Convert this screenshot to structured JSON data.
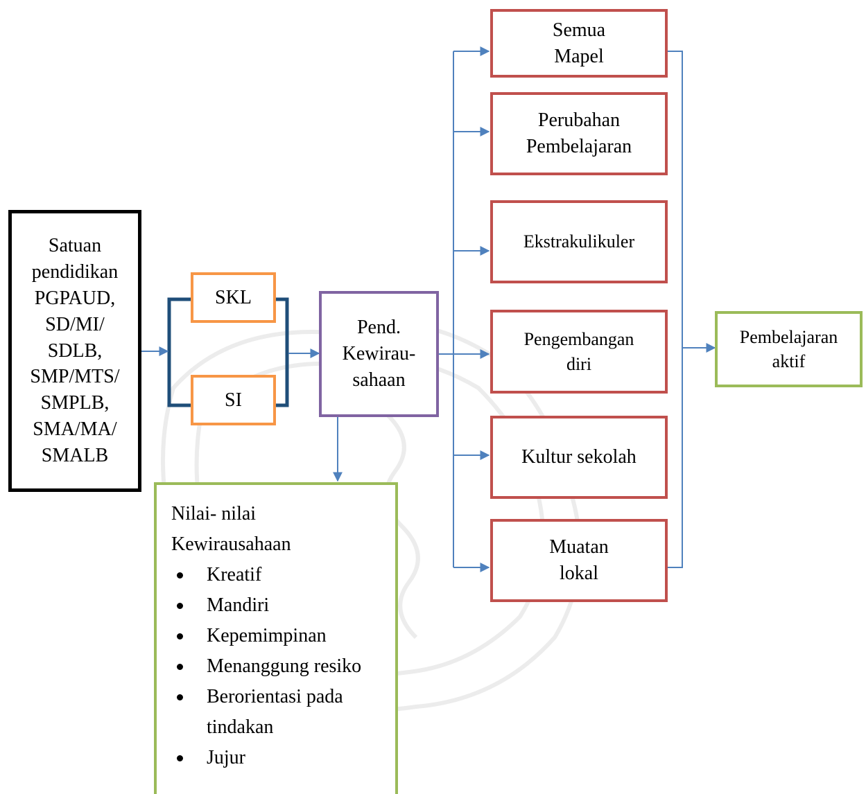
{
  "colors": {
    "connector": "#4f81bd",
    "black_box": "#000000",
    "orange": "#f79646",
    "purple": "#8064a2",
    "red": "#c0504d",
    "green": "#9bbb59",
    "bracket": "#1f4e79"
  },
  "nodes": {
    "satuan": "Satuan\npendidikan\nPGPAUD,\nSD/MI/\nSDLB,\nSMP/MTS/\nSMPLB,\nSMA/MA/\nSMALB",
    "skl": "SKL",
    "si": "SI",
    "kewirausahaan": "Pend.\nKewirau-\nsahaan",
    "semua_mapel": "Semua\nMapel",
    "perubahan": "Perubahan\nPembelajaran",
    "ekstrakulikuler": "Ekstrakulikuler",
    "pengembangan": "Pengembangan\ndiri",
    "kultur": "Kultur sekolah",
    "muatan": "Muatan\nlokal",
    "pembelajaran_aktif": "Pembelajaran\naktif"
  },
  "values_box": {
    "title_line1": "Nilai- nilai",
    "title_line2": "Kewirausahaan",
    "items": [
      "Kreatif",
      "Mandiri",
      "Kepemimpinan",
      "Menanggung resiko",
      "Berorientasi pada tindakan",
      "Jujur"
    ]
  }
}
